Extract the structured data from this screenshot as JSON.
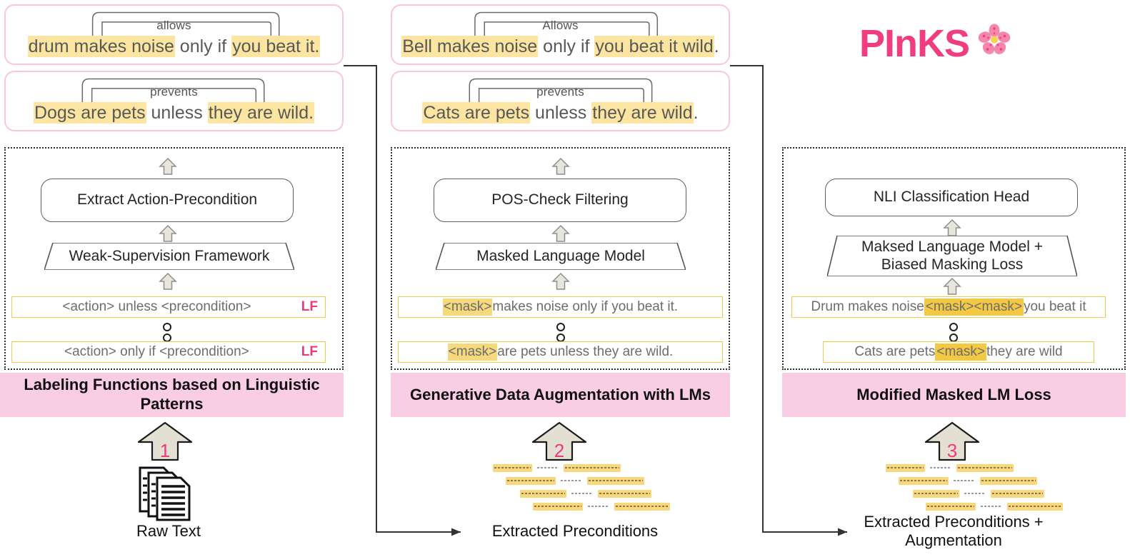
{
  "title": {
    "text": "PInKS",
    "flower_icon": "cherry-blossom",
    "color": "#ef3d7f"
  },
  "colors": {
    "pink_banner": "#f9cde4",
    "card_border": "#f7c8dc",
    "highlight_yellow": "#fbe5a0",
    "mask_yellow": "#f3c842",
    "row_border": "#f0c94a",
    "accent_pink": "#f0397a"
  },
  "examples": [
    {
      "relation": "allows",
      "parts": [
        {
          "t": "drum makes noise",
          "hl": true
        },
        {
          "t": " only if ",
          "hl": false
        },
        {
          "t": "you beat it",
          "hl": true
        },
        {
          "t": ".",
          "hl": false
        }
      ]
    },
    {
      "relation": "prevents",
      "parts": [
        {
          "t": "Dogs are pets",
          "hl": true
        },
        {
          "t": " unless ",
          "hl": false
        },
        {
          "t": "they are wild",
          "hl": true
        },
        {
          "t": ".",
          "hl": false
        }
      ]
    },
    {
      "relation": "Allows",
      "parts": [
        {
          "t": "Bell makes noise",
          "hl": true
        },
        {
          "t": " only if ",
          "hl": false
        },
        {
          "t": "you beat it wild",
          "hl": true
        },
        {
          "t": ".",
          "hl": false
        }
      ]
    },
    {
      "relation": "prevents",
      "parts": [
        {
          "t": "Cats are pets",
          "hl": true
        },
        {
          "t": " unless ",
          "hl": false
        },
        {
          "t": "they are wild",
          "hl": true
        },
        {
          "t": ".",
          "hl": false
        }
      ]
    }
  ],
  "columns": [
    {
      "id": "labeling-functions",
      "top_box": "Extract Action-Precondition",
      "trapezoid": "Weak-Supervision Framework",
      "rows": [
        {
          "text": "<action> unless <precondition>",
          "badge": "LF"
        },
        {
          "text": "<action> only if <precondition>",
          "badge": "LF"
        }
      ],
      "banner": "Labeling Functions based on Linguistic Patterns",
      "step_number": "1",
      "input_caption": "Raw Text",
      "input_icon": "document-stack-icon"
    },
    {
      "id": "generative-augmentation",
      "top_box": "POS-Check Filtering",
      "trapezoid": "Masked Language Model",
      "rows": [
        {
          "mask": "<mask>",
          "text": " makes noise only if you beat it."
        },
        {
          "mask": "<mask>",
          "text": " are pets unless they are wild."
        }
      ],
      "banner": "Generative Data Augmentation with LMs",
      "step_number": "2",
      "input_caption": "Extracted Preconditions",
      "input_icon": "precondition-blobs-icon"
    },
    {
      "id": "modified-masked-lm-loss",
      "top_box": "NLI Classification Head",
      "trapezoid": "Maksed Language Model + Biased Masking Loss",
      "rows": [
        {
          "pre": "Drum makes noise ",
          "mask": "<mask><mask>",
          "post": " you beat it"
        },
        {
          "pre": "Cats are pets ",
          "mask": "<mask>",
          "post": " they are wild"
        }
      ],
      "banner": "Modified Masked LM Loss",
      "step_number": "3",
      "input_caption": "Extracted Preconditions + Augmentation",
      "input_icon": "precondition-blobs-icon"
    }
  ],
  "connectors": [
    {
      "from": "labeling-functions",
      "to": "extracted-preconditions"
    },
    {
      "from": "generative-augmentation",
      "to": "extracted-preconditions-augmentation"
    }
  ]
}
